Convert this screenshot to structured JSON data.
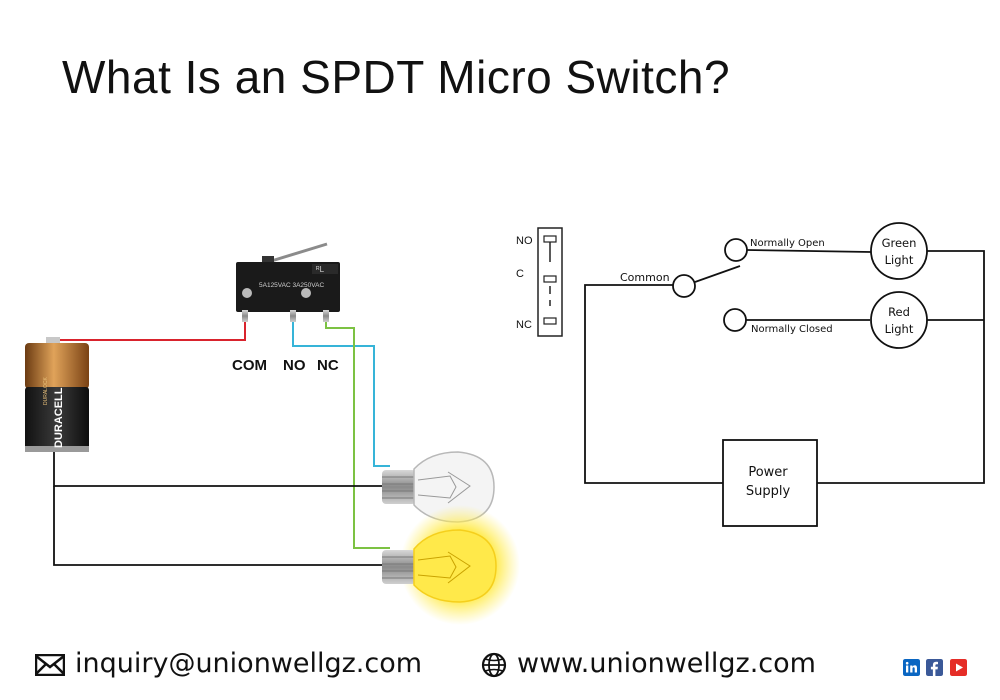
{
  "title": "What Is an SPDT Micro Switch?",
  "left_diagram": {
    "switch_rating": "5A125VAC 3A250VAC",
    "switch_mark": "ᴿL",
    "battery_brand": "DURACELL",
    "battery_small_text": "DURALOCK",
    "terminal_labels": [
      "COM",
      "NO",
      "NC"
    ],
    "wire_colors": {
      "com": "#d9232d",
      "no": "#36b4d8",
      "nc": "#7cc243",
      "ground": "#111111"
    },
    "bulbs": [
      {
        "name": "off-bulb",
        "state": "off"
      },
      {
        "name": "lit-bulb",
        "state": "on"
      }
    ]
  },
  "symbol": {
    "labels": [
      "NO",
      "C",
      "NC"
    ]
  },
  "schematic": {
    "common_label": "Common",
    "normally_open_label": "Normally Open",
    "normally_closed_label": "Normally Closed",
    "green_light": [
      "Green",
      "Light"
    ],
    "red_light": [
      "Red",
      "Light"
    ],
    "power_supply": [
      "Power",
      "Supply"
    ]
  },
  "footer": {
    "email": "inquiry@unionwellgz.com",
    "website": "www.unionwellgz.com",
    "social_icons": [
      "linkedin-icon",
      "facebook-icon",
      "youtube-icon"
    ],
    "social_colors": {
      "linkedin": "#0a66c2",
      "facebook": "#3b5998",
      "youtube": "#e52d27"
    }
  }
}
